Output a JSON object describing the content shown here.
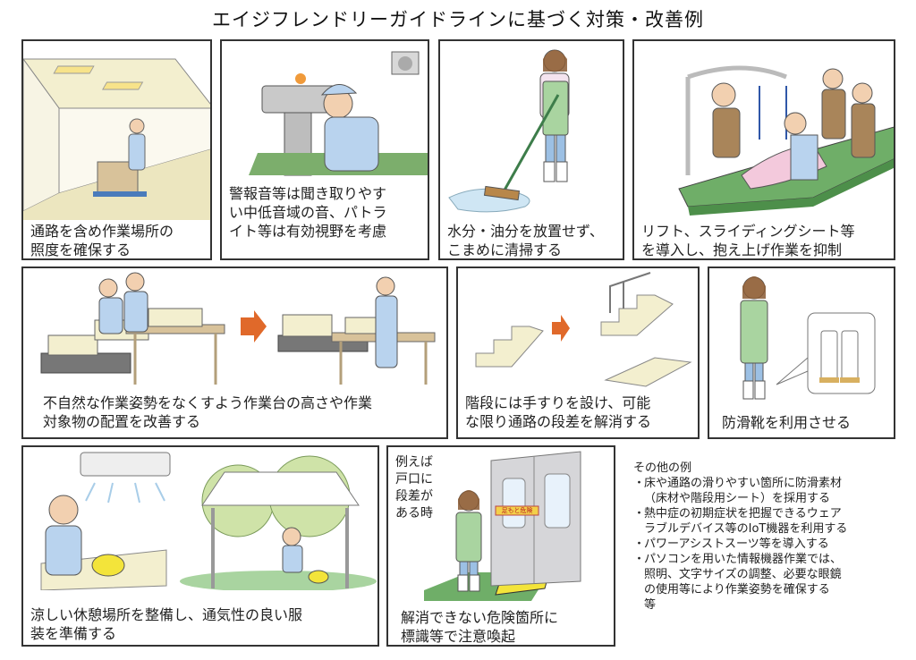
{
  "title": "エイジフレンドリーガイドラインに基づく対策・改善例",
  "panels": {
    "lighting": {
      "illustration": "worker-pushing-cart-illustration",
      "caption_lines": [
        "通路を含め作業場所の",
        "照度を確保する"
      ]
    },
    "alarm": {
      "illustration": "worker-at-machine-with-alarm-illustration",
      "caption_lines": [
        "警報音等は聞き取りやす",
        "い中低音域の音、パトラ",
        "イト等は有効視野を考慮"
      ]
    },
    "cleaning": {
      "illustration": "woman-mopping-spill-illustration",
      "caption_lines": [
        "水分・油分を放置せず、",
        "こまめに清掃する"
      ]
    },
    "lift": {
      "illustration": "care-lift-illustration",
      "caption_lines": [
        "リフト、スライディングシート等",
        "を導入し、抱え上げ作業を抑制"
      ]
    },
    "posture": {
      "illustration": "worktable-height-improvement-illustration",
      "caption_lines": [
        "不自然な作業姿勢をなくすよう作業台の高さや作業",
        "対象物の配置を改善する"
      ]
    },
    "stairs": {
      "illustration": "stairs-handrail-ramp-illustration",
      "caption_lines": [
        "階段には手すりを設け、可能",
        "な限り通路の段差を解消する"
      ]
    },
    "boots": {
      "illustration": "non-slip-boots-illustration",
      "caption_lines": [
        "防滑靴を利用させる"
      ]
    },
    "rest": {
      "illustration": "cool-rest-area-illustration",
      "caption_lines": [
        "涼しい休憩場所を整備し、通気性の良い服",
        "装を準備する"
      ]
    },
    "hazard": {
      "illustration": "hazard-sign-at-door-illustration",
      "side_note_lines": [
        "例えば",
        "戸口に",
        "段差が",
        "ある時"
      ],
      "door_sign": "足もと危険",
      "caption_lines": [
        "解消できない危険箇所に",
        "標識等で注意喚起"
      ]
    }
  },
  "other_examples": {
    "heading": "その他の例",
    "bullet": "・",
    "items": [
      {
        "lines": [
          "床や通路の滑りやすい箇所に防滑素材",
          "（床材や階段用シート）を採用する"
        ]
      },
      {
        "lines": [
          "熱中症の初期症状を把握できるウェア",
          "ラブルデバイス等のIoT機器を利用する"
        ]
      },
      {
        "lines": [
          "パワーアシストスーツ等を導入する"
        ]
      },
      {
        "lines": [
          "パソコンを用いた情報機器作業では、",
          "照明、文字サイズの調整、必要な眼鏡",
          "の使用等により作業姿勢を確保する",
          "等"
        ]
      }
    ]
  },
  "colors": {
    "worker_blue": "#b9d3ee",
    "apron_green": "#a9d4a0",
    "floor_cream": "#f3efcf",
    "box_tan": "#d8c29a",
    "arrow_orange": "#e0692a",
    "mat_green": "#6fae68",
    "helmet_yellow": "#f3e43a"
  }
}
